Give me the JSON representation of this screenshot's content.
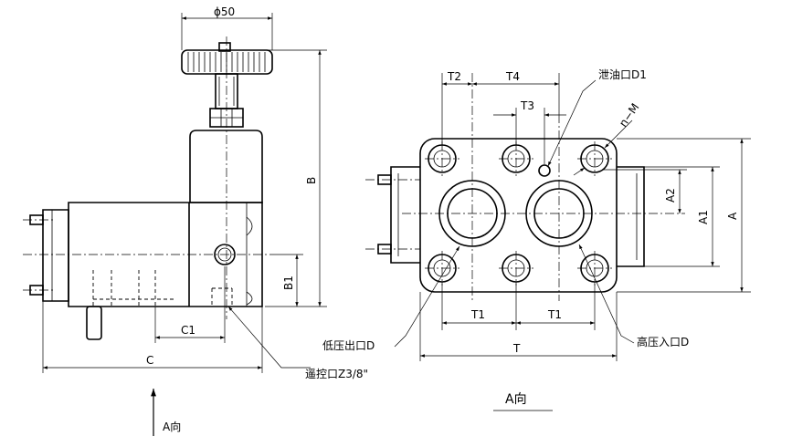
{
  "dimensions": {
    "phi50": "ϕ50",
    "B": "B",
    "B1": "B1",
    "C": "C",
    "C1": "C1",
    "T": "T",
    "T1_left": "T1",
    "T1_right": "T1",
    "T2": "T2",
    "T3": "T3",
    "T4": "T4",
    "A": "A",
    "A1": "A1",
    "A2": "A2",
    "nM": "n−M"
  },
  "callouts": {
    "drain_port": "泄油口D1",
    "low_pressure_outlet": "低压出口D",
    "high_pressure_inlet": "高压入口D",
    "remote_port": "遥控口Z3/8\""
  },
  "views": {
    "side_view_arrow": "A向",
    "end_view_title": "A向"
  }
}
